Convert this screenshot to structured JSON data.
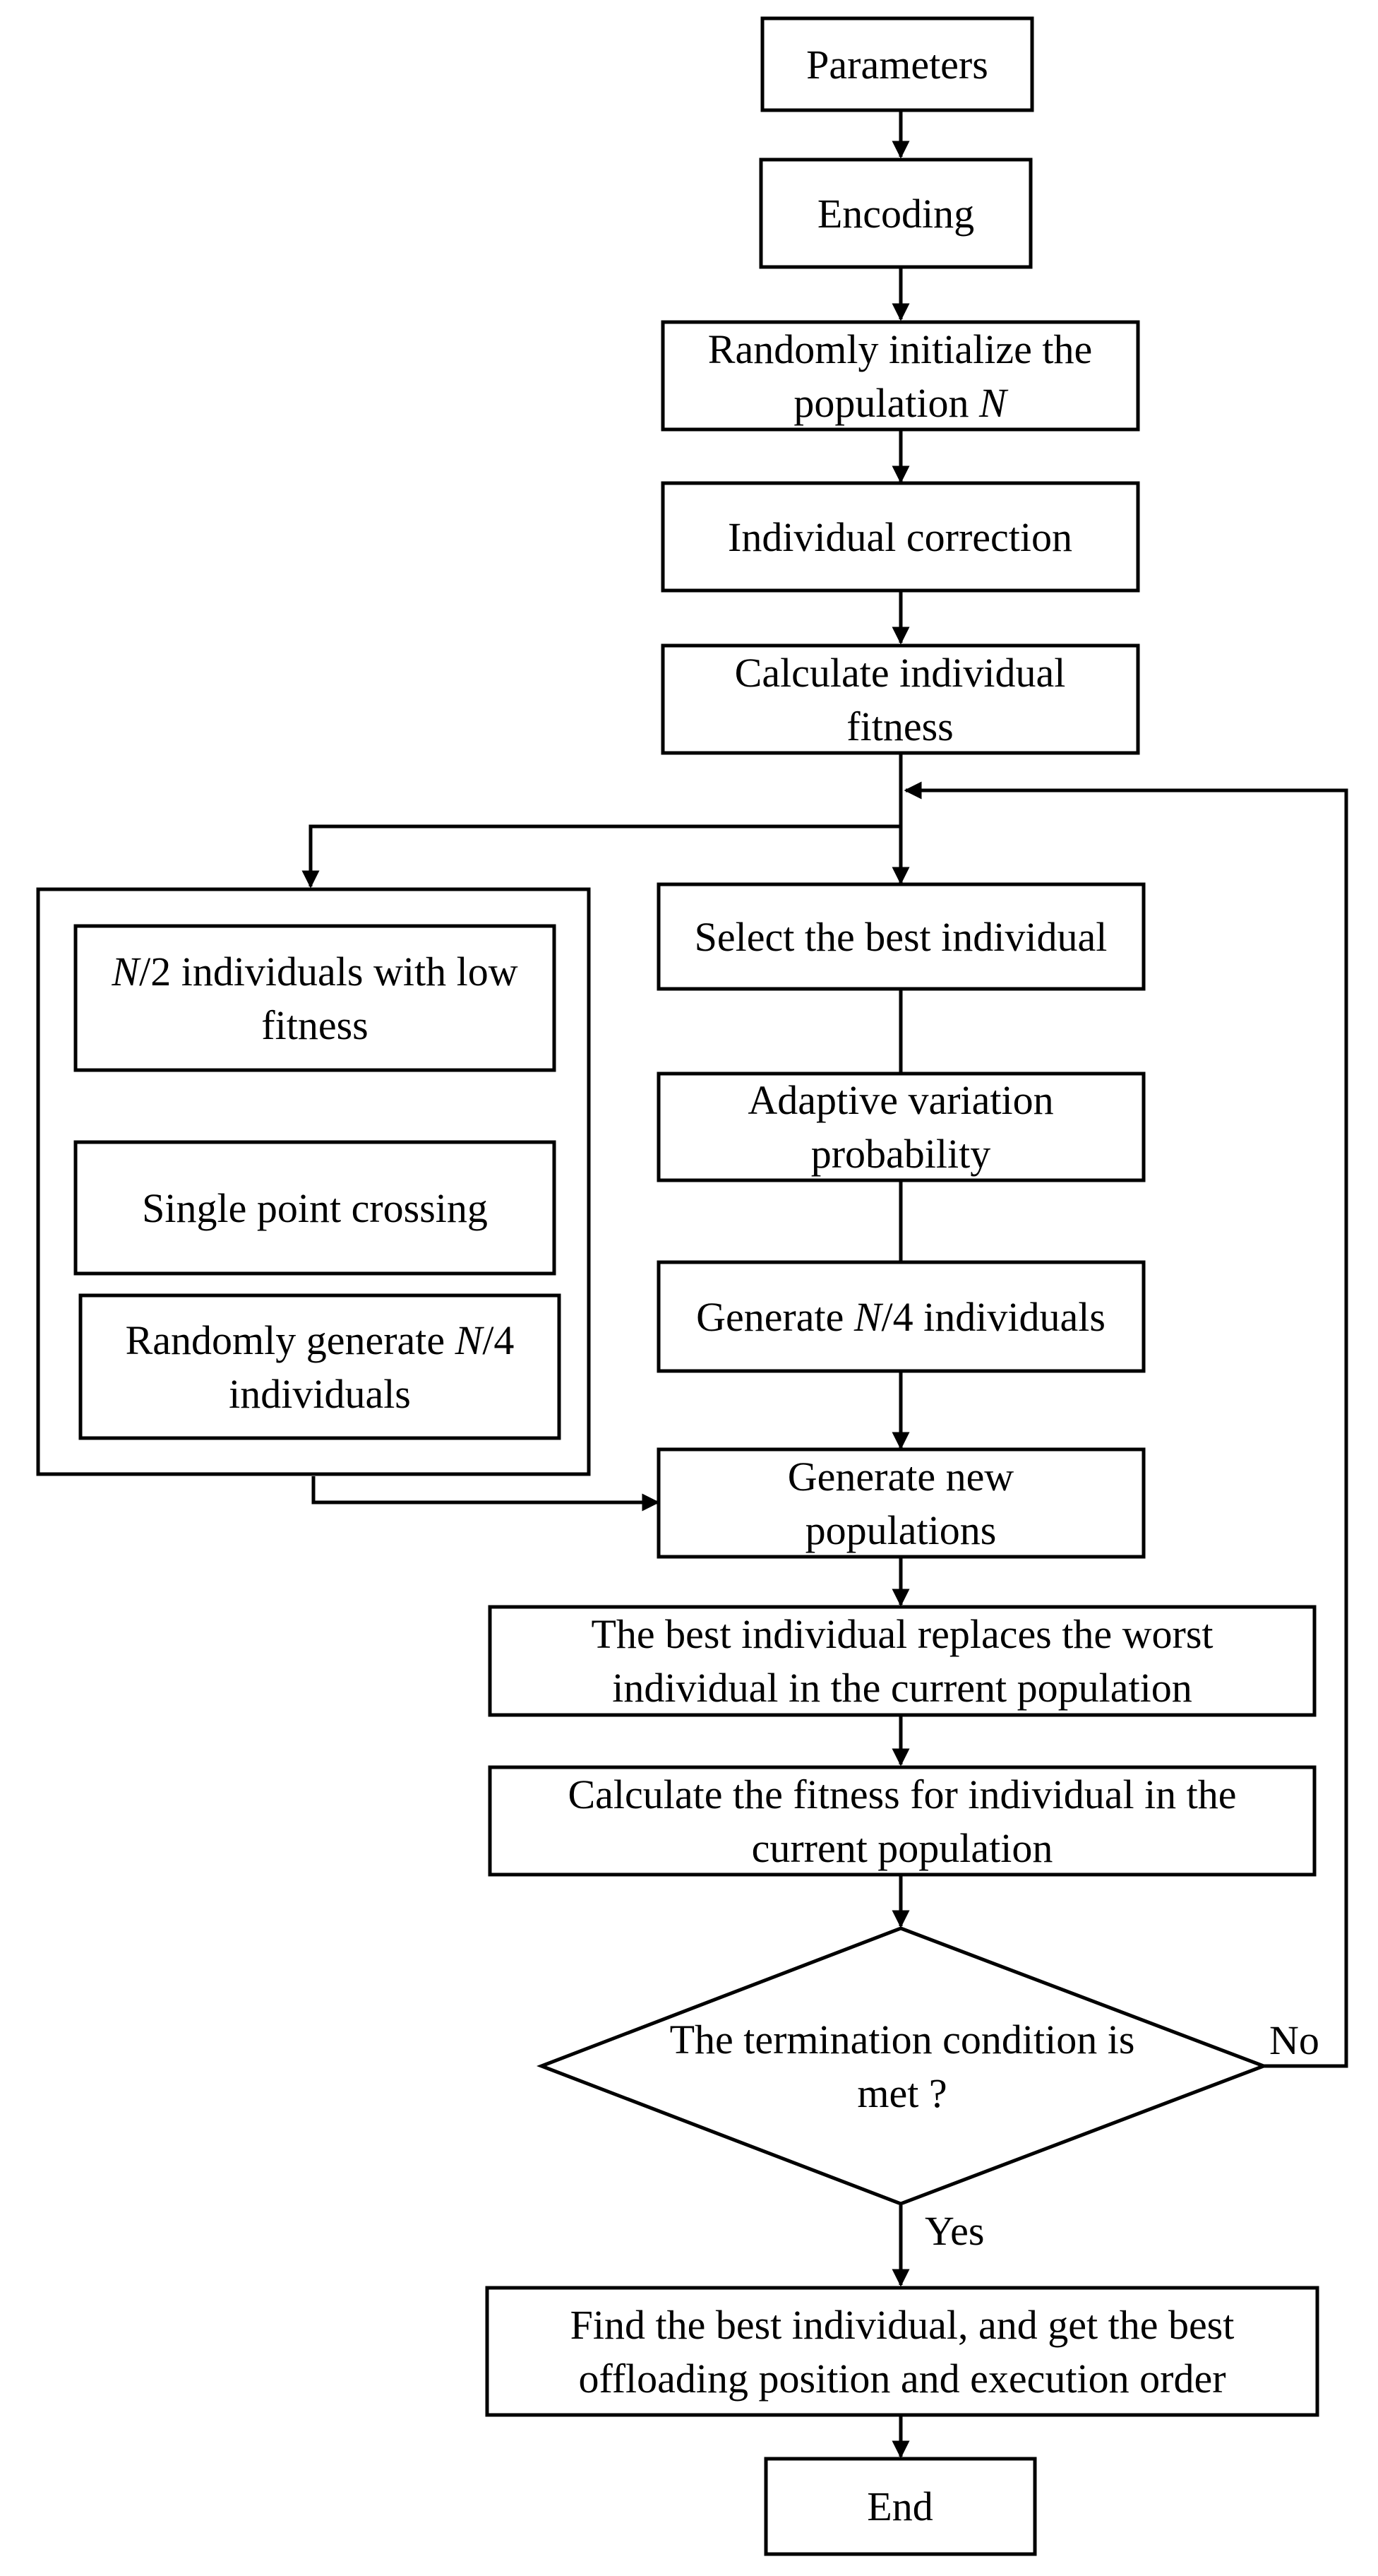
{
  "nodes": {
    "parameters": [
      "Parameters"
    ],
    "encoding": [
      "Encoding"
    ],
    "init": [
      [
        {
          "t": "Randomly initialize the"
        }
      ],
      [
        {
          "t": "population "
        },
        {
          "t": "N",
          "i": true
        }
      ]
    ],
    "correction": [
      "Individual correction"
    ],
    "calc_fitness": [
      "Calculate individual",
      "fitness"
    ],
    "low_fitness": [
      [
        {
          "t": "N",
          "i": true
        },
        {
          "t": "/2 individuals with low"
        }
      ],
      [
        {
          "t": "fitness"
        }
      ]
    ],
    "crossing": [
      "Single point crossing"
    ],
    "random_gen": [
      [
        {
          "t": "Randomly generate "
        },
        {
          "t": "N",
          "i": true
        },
        {
          "t": "/4"
        }
      ],
      [
        {
          "t": "individuals"
        }
      ]
    ],
    "select_best": [
      "Select the best individual"
    ],
    "adaptive": [
      "Adaptive variation",
      "probability"
    ],
    "gen_quarter": [
      [
        {
          "t": "Generate "
        },
        {
          "t": "N",
          "i": true
        },
        {
          "t": "/4  individuals"
        }
      ]
    ],
    "new_pop": [
      "Generate new",
      "populations"
    ],
    "replace": [
      "The best individual replaces the worst",
      "individual in the current population"
    ],
    "calc_current": [
      "Calculate the fitness for individual in the",
      "current population"
    ],
    "termination": [
      "The termination condition is",
      "met ?"
    ],
    "find_best": [
      "Find the best individual, and get the best",
      "offloading position and execution order"
    ],
    "end": [
      "End"
    ]
  },
  "edge_labels": {
    "no": "No",
    "yes": "Yes"
  }
}
